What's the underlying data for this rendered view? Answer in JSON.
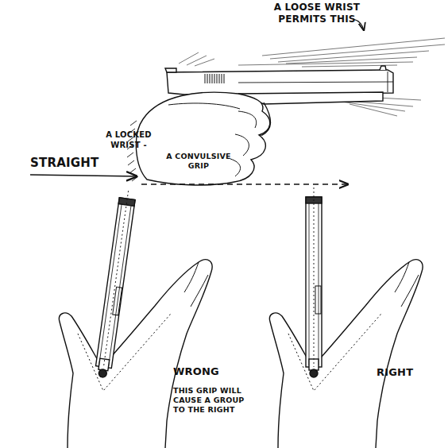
{
  "diagram": {
    "labels": [
      "A LOOSE WRIST PERMITS THIS",
      "A LOCKED WRIST -",
      "STRAIGHT",
      "A CONVULSIVE GRIP",
      "WRONG",
      "THIS GRIP WILL CAUSE A GROUP TO THE RIGHT",
      "RIGHT"
    ]
  }
}
